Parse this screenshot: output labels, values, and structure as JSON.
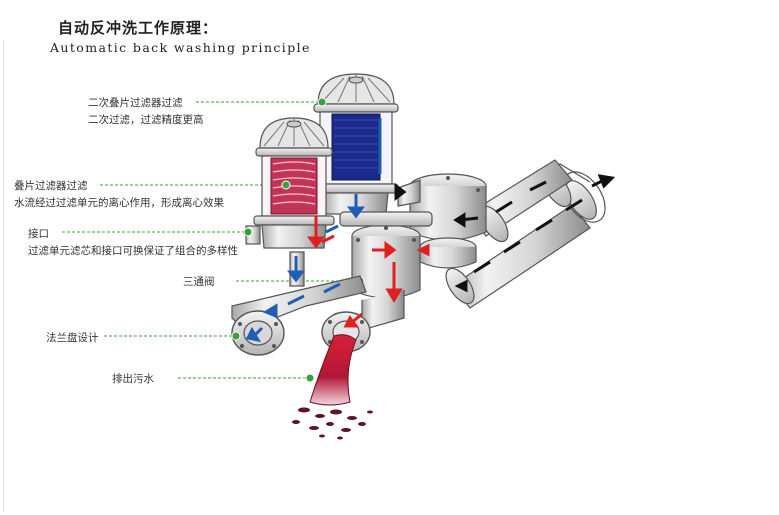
{
  "header": {
    "title_cn": "自动反冲洗工作原理：",
    "title_en": "Automatic back washing principle"
  },
  "callouts": {
    "secondary_filter": {
      "title": "二次叠片过滤器过滤",
      "desc": "二次过滤，过滤精度更高"
    },
    "disc_filter": {
      "title": "叠片过滤器过滤",
      "desc": "水流经过过滤单元的离心作用，形成离心效果"
    },
    "connector": {
      "title": "接口",
      "desc": "过滤单元滤芯和接口可换保证了组合的多样性"
    },
    "three_way_valve": {
      "title": "三通阀"
    },
    "flange": {
      "title": "法兰盘设计"
    },
    "discharge": {
      "title": "排出污水"
    }
  },
  "colors": {
    "leader_line": "#3aa13a",
    "marker": "#3aa13a",
    "clean_flow": "#1e5fb5",
    "dirty_flow": "#e02020",
    "inlet_flow": "#111111",
    "secondary_cartridge": "#1c2a8c",
    "primary_cartridge": "#c23456"
  }
}
